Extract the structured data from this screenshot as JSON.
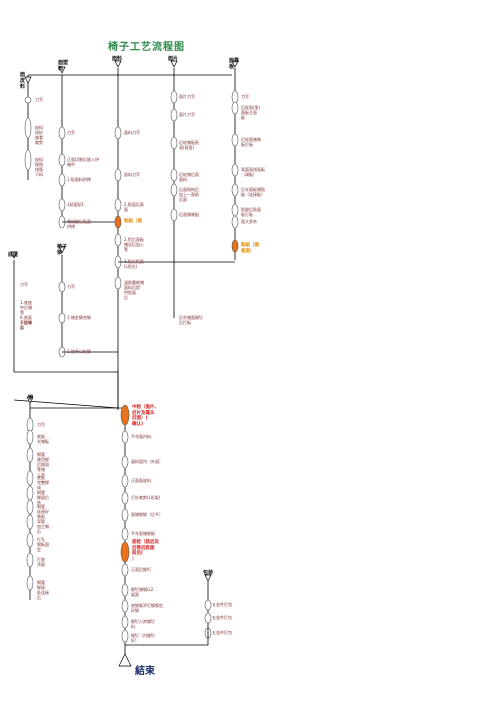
{
  "title": "椅子工艺流程图",
  "end_label": "結束",
  "colors": {
    "line": "#000000",
    "node_fill": "#ffffff",
    "node_stroke": "#555555",
    "highlight_fill": "#e8731c",
    "title": "#2c8a4a",
    "text": "#7a2a2a",
    "red_text": "#d42020",
    "orange_text": "#e08a00"
  },
  "columns": {
    "c1_head": "面\n皮\n料",
    "c1": [
      "刀写",
      "皮料\n排好\n後看\n裁剪",
      "皮料\n按照\n排版\n下料"
    ],
    "c2_head": "面塑\n料",
    "c2": [
      "刀写",
      "正面切割后放入烘\n箱中",
      "1.贴面料烘烤",
      "1贴面贴1",
      "喷成胶后贴面\n烘烤"
    ],
    "c3_head": "面料",
    "c3": [
      "面料刀写",
      "面料刀写",
      "2.贴面后表\n面",
      "粘贴（面",
      "2.铝后面板\n铺设后加入\n等",
      "1.贴后铝面\n(L形位)",
      "温胶重新铺\n面料后提\n供贴面\n后"
    ],
    "c3b": [
      "底板小检\n查后粘贴\n折边",
      "布料后粘贴\n使用中进行\n定型(底)"
    ],
    "c4_head": "面片",
    "c4": [
      "面片刀写",
      "面片刀写",
      "后轮铺板贴\n面(前面)",
      "后轮铺后面\n面料",
      "后面结构后\n加上一面前\n后面",
      "后面铺装配"
    ],
    "c4b": "后车铺面铆钉\n后打板",
    "c5_head": "面靠\n板",
    "c5": [
      "刀写",
      "后轮面(里)\n面板主面\n板",
      "后轮面铺装\n板打板",
      "背面面排面板\n（调板）",
      "后车面板铺贴\n板（连接板）",
      "贴胶后贴面\n板打板",
      "面大多杂"
    ],
    "c5_hl": "粘贴（面\n板面）",
    "side_head": "底座",
    "side": [
      "刀写",
      "1.底座\n中后铺\n等\n6.底面\n子后铺\n后",
      "1.铆装\n及"
    ],
    "mid_head": "椅子\n架",
    "mid": [
      "刀写",
      "1.铺金铆合铆",
      "1.铺开口形铆"
    ],
    "bot_head": "钢",
    "bot": [
      "刀写",
      "底板\n光铺板",
      "钢管\n使用铆\n后铆固\n等铺\n上光",
      "底板\n完整铆\n成",
      "钢管\n铆固后\n杂",
      "钢管\n连接好\n装配",
      "弯管\n加工钢\n后",
      "打孔\n钢板固\n定",
      "打底\n涂面",
      "钢管\n铆接\n处连接\n后"
    ],
    "main_hl1": "中检（面片、\n后片及靠头\n后面）(\n确认)",
    "main": [
      "平车面内料",
      "面料里内（外面）",
      "正面面皮料",
      "打针裁剪(L形架)",
      "面铺钢铆（后平）",
      "平车面铺钢板"
    ],
    "main_hl2": "底检（装后及\n后等后胶面\n前后(\n）",
    "main2": [
      "正面后铆钉",
      "铆钉铺钢(L2.\n架面",
      "底铆铆开钉铆铆定\n好铆",
      "铆钉入库铆钉\n料",
      "铆钉（内铆钉\n好）"
    ],
    "right_head": "包装",
    "right": [
      "五金件打包",
      "五金件打包",
      "五金件打包"
    ]
  }
}
